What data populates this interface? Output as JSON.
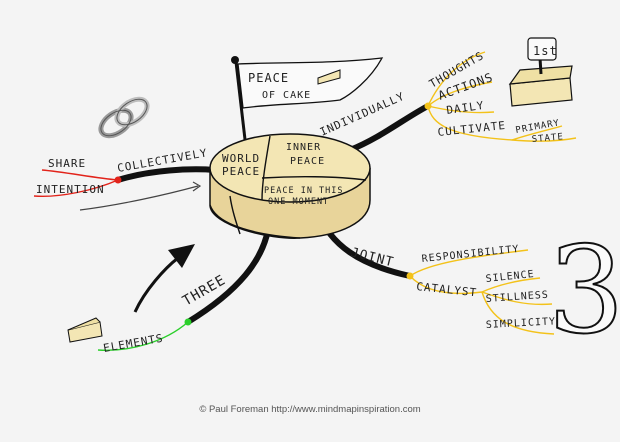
{
  "center": {
    "world": [
      "WORLD",
      "PEACE"
    ],
    "inner": [
      "INNER",
      "PEACE"
    ],
    "moment": [
      "PEACE IN THIS",
      "ONE MOMENT"
    ]
  },
  "flag": [
    "PEACE",
    "OF CAKE"
  ],
  "left": {
    "collectively": "COLLECTIVELY",
    "share": "SHARE",
    "intention": "INTENTION"
  },
  "right_top": {
    "individually": "INDIVIDUALLY",
    "thoughts": "THOUGHTS",
    "actions": "ACTIONS",
    "daily": "DAILY",
    "cultivate": "CULTIVATE",
    "primary": "PRIMARY",
    "state": "STATE",
    "podium": "1st"
  },
  "right_bottom": {
    "joint": "JOINT",
    "responsibility": "RESPONSIBILITY",
    "catalyst": "CATALYST",
    "silence": "SILENCE",
    "stillness": "STILLNESS",
    "simplicity": "SIMPLICITY",
    "number": "3"
  },
  "bottom_left": {
    "three": "THREE",
    "elements": "ELEMENTS"
  },
  "credit": "© Paul Foreman http://www.mindmapinspiration.com",
  "colors": {
    "cake": "#f3e6b4",
    "cake_side": "#e8d49a",
    "red": "#e2231a",
    "yellow": "#f3c21a",
    "green": "#2bcf2b",
    "ink": "#111111"
  }
}
